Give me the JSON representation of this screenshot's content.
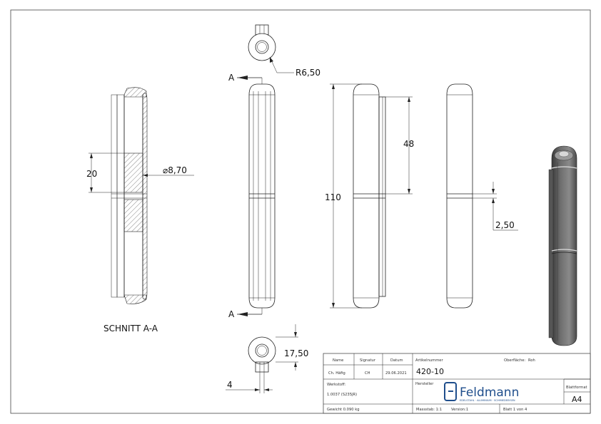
{
  "dimensions": {
    "radius": "R6,50",
    "diameter": "⌀8,70",
    "height_20": "20",
    "length_48": "48",
    "length_110": "110",
    "gap": "2,50",
    "ring_height": "17,50",
    "ring_width": "4"
  },
  "section": {
    "label": "SCHNITT A-A",
    "marker_top": "A",
    "marker_bottom": "A"
  },
  "title_block": {
    "name_label": "Name",
    "signature_label": "Signatur",
    "date_label": "Datum",
    "name_value": "Ch. Häfig",
    "signature_value": "CH",
    "date_value": "29.06.2021",
    "article_label": "Artikelnummer",
    "article_value": "420-10",
    "surface_label": "Oberfläche:",
    "surface_value": "Roh",
    "material_label": "Werkstoff:",
    "material_value": "1.0037 (S235JR)",
    "manufacturer_label": "Hersteller",
    "brand": "Feldmann",
    "brand_tagline": "EDELSTAHL · ALUMINIUM · SCHMIEDEEISEN",
    "format_label": "Blattformat",
    "format_value": "A4",
    "weight_text": "Gewicht 0.090 kg",
    "scale_text": "Massstab: 1:1",
    "version_text": "Version:1",
    "sheet_text": "Blatt 1 von 4"
  }
}
